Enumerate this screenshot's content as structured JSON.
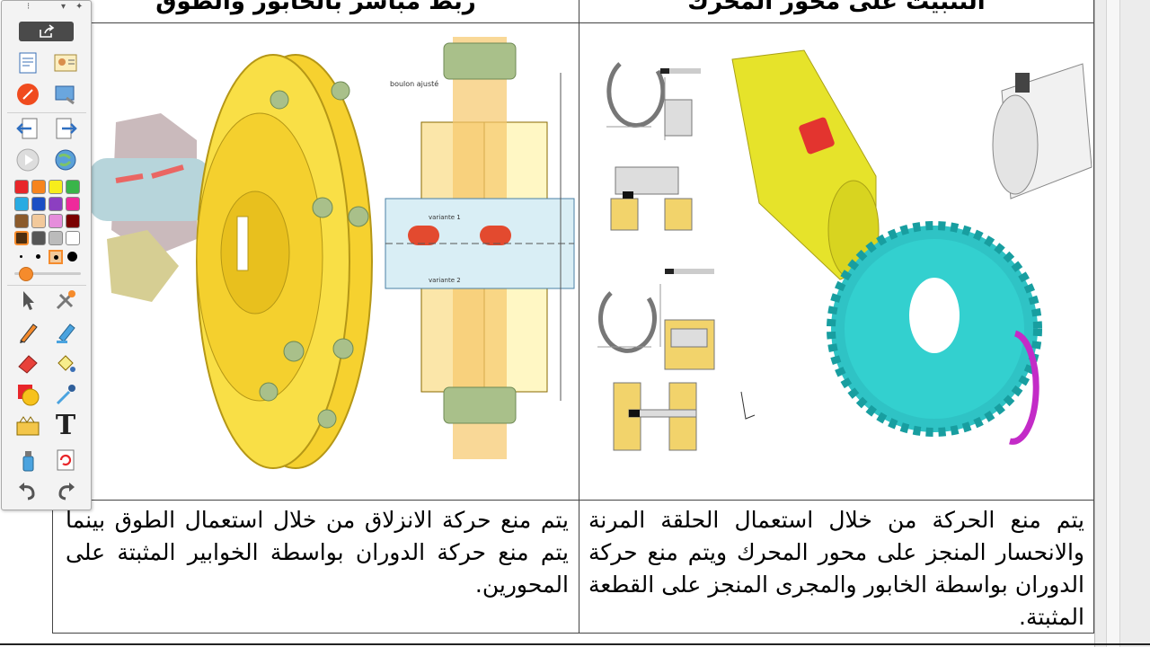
{
  "document": {
    "right_column": {
      "title": "التثبيت على محور المحرك",
      "text": "يتم منع الحركة من خلال استعمال الحلقة المرنة والانحسار المنجز على محور المحرك ويتم منع حركة الدوران بواسطة الخابور والمجرى المنجز على القطعة المثبتة."
    },
    "left_column": {
      "title": "ربط مباشر بالخابور والطوق",
      "text": "يتم منع حركة الانزلاق من خلال استعمال الطوق بينما يتم منع حركة الدوران بواسطة الخوابير المثبتة على المحورين."
    },
    "drawing_labels": {
      "bolt": "boulon ajusté",
      "variant1": "variante 1",
      "variant2": "variante 2"
    }
  },
  "toolbar": {
    "top_glyphs": [
      "⁝",
      "▾",
      "✦"
    ],
    "share_icon": "share-icon",
    "colors": [
      "#e8262a",
      "#f7841e",
      "#f7ed1c",
      "#39b54a",
      "#29abe2",
      "#1b4fc4",
      "#8c3fc1",
      "#ee2a9b",
      "#8b5a2b",
      "#f2c99b",
      "#e58ddb",
      "#7a0000",
      "#4d2e0f",
      "#555555",
      "#bbbbbb",
      "#ffffff"
    ],
    "accent": "#f58b2c",
    "text_tool_label": "T"
  }
}
